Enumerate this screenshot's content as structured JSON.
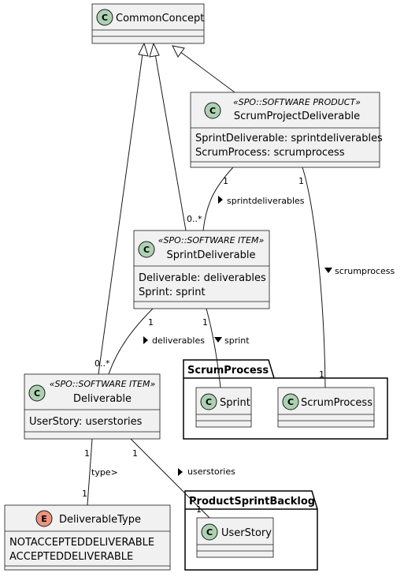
{
  "classes": {
    "common_concept": {
      "name": "CommonConcept",
      "icon": "C"
    },
    "scrum_project_deliverable": {
      "stereotype": "«SPO::SOFTWARE PRODUCT»",
      "name": "ScrumProjectDeliverable",
      "icon": "C",
      "attributes": [
        "SprintDeliverable: sprintdeliverables",
        "ScrumProcess: scrumprocess"
      ]
    },
    "sprint_deliverable": {
      "stereotype": "«SPO::SOFTWARE ITEM»",
      "name": "SprintDeliverable",
      "icon": "C",
      "attributes": [
        "Deliverable: deliverables",
        "Sprint: sprint"
      ]
    },
    "deliverable": {
      "stereotype": "«SPO::SOFTWARE ITEM»",
      "name": "Deliverable",
      "icon": "C",
      "attributes": [
        "UserStory: userstories"
      ]
    },
    "deliverable_type": {
      "name": "DeliverableType",
      "icon": "E",
      "values": [
        "NOTACCEPTEDDELIVERABLE",
        "ACCEPTEDDELIVERABLE"
      ]
    },
    "sprint": {
      "name": "Sprint",
      "icon": "C"
    },
    "scrum_process": {
      "name": "ScrumProcess",
      "icon": "C"
    },
    "user_story": {
      "name": "UserStory",
      "icon": "C"
    }
  },
  "packages": {
    "scrum_process_pkg": {
      "title": "ScrumProcess"
    },
    "product_sprint_backlog_pkg": {
      "title": "ProductSprintBacklog"
    }
  },
  "relations": {
    "spd_sd": {
      "label": "sprintdeliverables",
      "mult_from": "1",
      "mult_to": "0..*"
    },
    "spd_sp": {
      "label": "scrumprocess",
      "mult_from": "1",
      "mult_to": "1"
    },
    "sd_d": {
      "label": "deliverables",
      "mult_from": "1",
      "mult_to": "0..*"
    },
    "sd_s": {
      "label": "sprint",
      "mult_from": "1"
    },
    "d_dt": {
      "label": "type>",
      "mult_from": "1",
      "mult_to": "1"
    },
    "d_us": {
      "label": "userstories",
      "mult_from": "1",
      "mult_to": "1"
    }
  },
  "colors": {
    "class_fill": "#f1f1f1",
    "class_icon": "#add1b2",
    "enum_icon": "#eb937f",
    "border": "#181818"
  }
}
